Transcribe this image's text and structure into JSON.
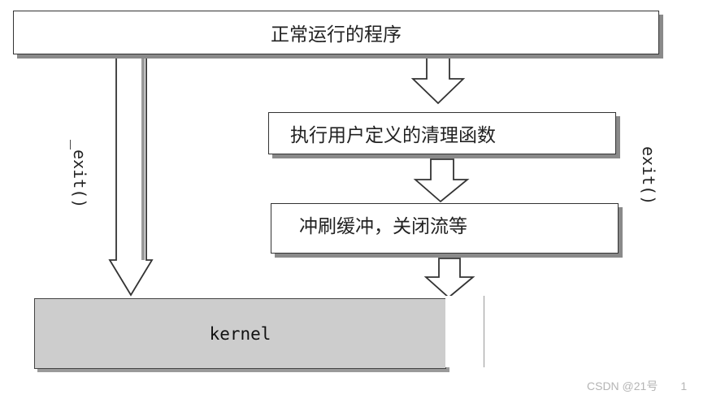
{
  "boxes": {
    "top": "正常运行的程序",
    "cleanup": "执行用户定义的清理函数",
    "flush": "冲刷缓冲，关闭流等",
    "kernel": "kernel"
  },
  "labels": {
    "underscore_exit": "_exit()",
    "exit": "exit()"
  },
  "watermark": "CSDN @21号　　1"
}
